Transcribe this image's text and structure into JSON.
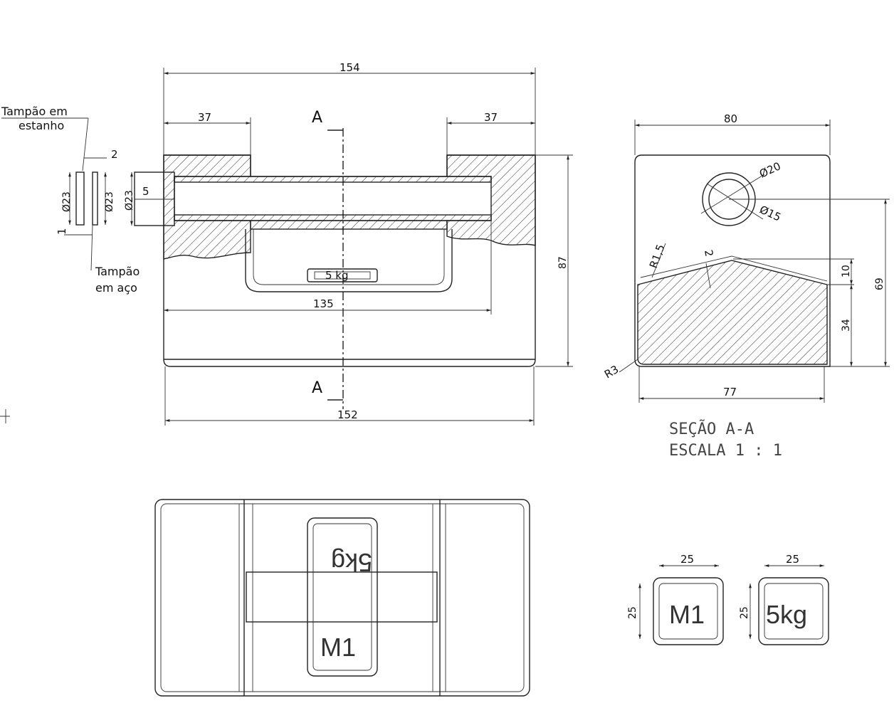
{
  "front_view": {
    "dim_top_total": "154",
    "dim_left_shoulder": "37",
    "dim_right_shoulder": "37",
    "dim_bottom_total": "152",
    "dim_inner_length": "135",
    "dim_height": "87",
    "section_mark_top": "A",
    "section_mark_bottom": "A",
    "dim_hole_diameter": "Ø23",
    "dim_hole_step": "5",
    "cavity_label": "5 kg"
  },
  "plugs": {
    "tin_plug_label_line1": "Tampão em",
    "tin_plug_label_line2": "estanho",
    "steel_plug_label_line1": "Tampão",
    "steel_plug_label_line2": "em aço",
    "dim_thickness": "2",
    "dim_small": "1",
    "dim_diam_a": "Ø23",
    "dim_diam_b": "Ø23"
  },
  "section_view": {
    "dim_width_top": "80",
    "dim_width_bottom": "77",
    "dim_outer_diameter": "Ø20",
    "dim_inner_diameter": "Ø15",
    "dim_radius_a": "R1,5",
    "dim_radius_b": "R3",
    "dim_depth_small": "2",
    "dim_groove": "10",
    "dim_lower": "34",
    "dim_height_right": "69",
    "title_line1": "SEÇÃO A-A",
    "title_line2": "ESCALA 1 : 1"
  },
  "top_view": {
    "upper_stamp": "5kg",
    "lower_stamp": "M1"
  },
  "stamps": {
    "stamp1_text": "M1",
    "stamp2_text": "5kg",
    "stamp1_width": "25",
    "stamp1_height": "25",
    "stamp2_width": "25",
    "stamp2_height": "25"
  }
}
